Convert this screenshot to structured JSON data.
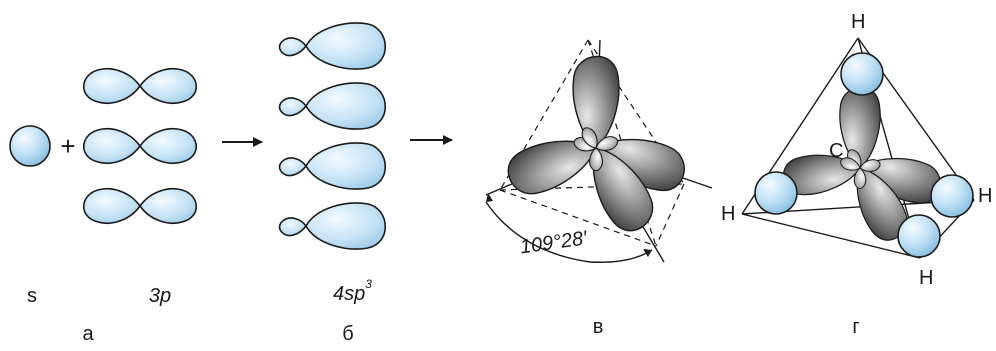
{
  "labels": {
    "s": "s",
    "p3": "3p",
    "sp3": "4sp",
    "sp3_sup": "3",
    "a": "а",
    "b": "б",
    "v": "в",
    "g": "г"
  },
  "operators": {
    "plus": "+"
  },
  "angle": {
    "text": "109°28′"
  },
  "atoms": {
    "carbon": "C",
    "h_top": "H",
    "h_left": "H",
    "h_right": "H",
    "h_bottom": "H"
  },
  "colors": {
    "lobe_light": "#cfe7f7",
    "lobe_mid": "#9fcbe9",
    "shade_dark": "#3c3c3c",
    "shade_light": "#c9c9c9",
    "stroke": "#1a1a1a"
  }
}
